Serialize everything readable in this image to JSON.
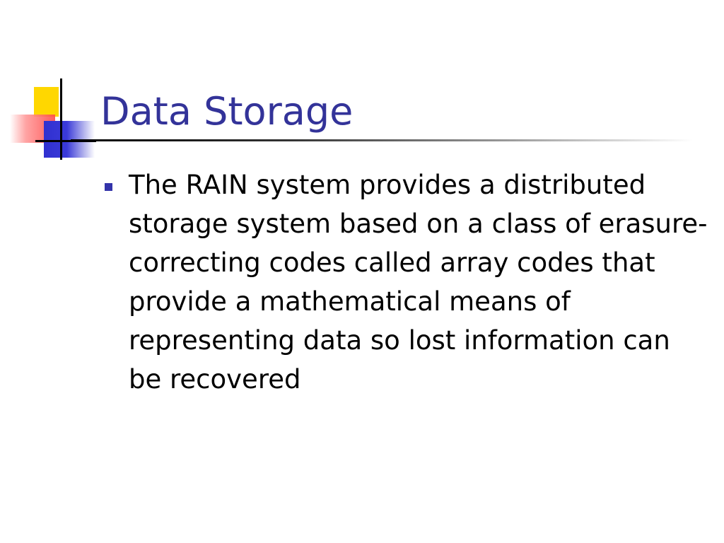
{
  "slide": {
    "title": "Data Storage",
    "bullets": [
      {
        "text": "The RAIN system provides a distributed storage system based on a class of erasure-correcting codes called array codes that provide a mathematical means of representing data so lost information can be recovered"
      }
    ]
  },
  "colors": {
    "title": "#333399",
    "bullet": "#3333aa",
    "logo_yellow": "#ffd700",
    "logo_red": "#ff4a4a",
    "logo_blue": "#3030d0"
  },
  "icons": {
    "logo": "slide-logo-squares",
    "bullet": "square-bullet-icon"
  }
}
